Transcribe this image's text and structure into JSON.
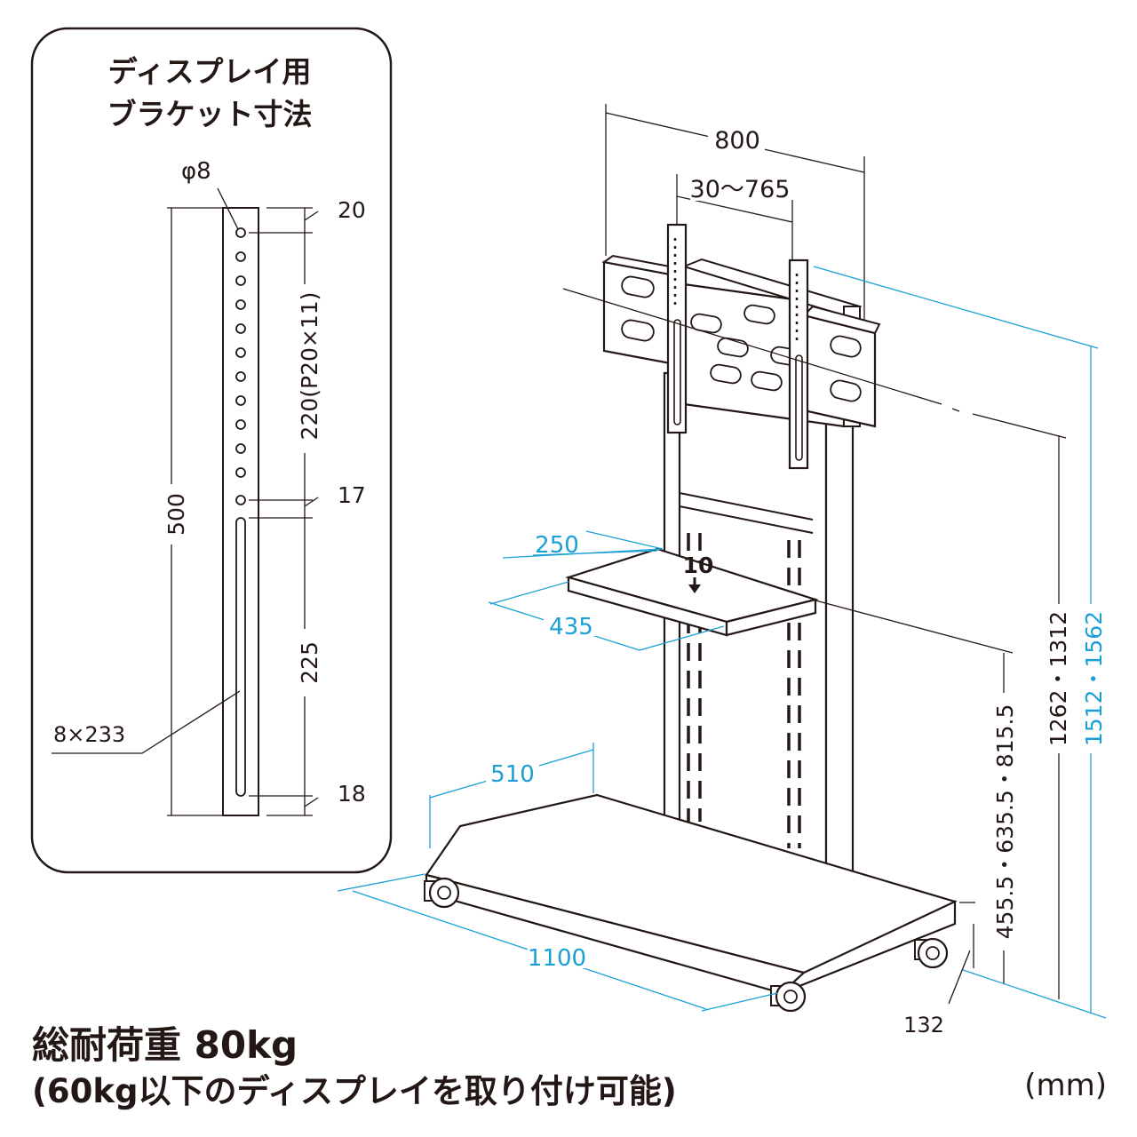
{
  "bracket_panel": {
    "title_line1": "ディスプレイ用",
    "title_line2": "ブラケット寸法",
    "hole_diameter": "φ8",
    "dim_top_offset": "20",
    "dim_hole_pitch": "220(P20×11)",
    "dim_gap": "17",
    "dim_slot_length": "225",
    "dim_bottom_offset": "18",
    "dim_total_height": "500",
    "slot_size": "8×233"
  },
  "stand": {
    "mount_width": "800",
    "bracket_spacing": "30〜765",
    "shelf_depth": "250",
    "shelf_load": "10",
    "shelf_width": "435",
    "base_depth": "510",
    "base_width": "1100",
    "caster_height": "132",
    "shelf_heights": "455.5・635.5・815.5",
    "center_heights": "1262・1312",
    "top_heights": "1512・1562"
  },
  "footer": {
    "load_capacity": "総耐荷重 80kg",
    "display_note": "(60kg以下のディスプレイを取り付け可能)",
    "unit": "(mm)"
  },
  "colors": {
    "line": "#231815",
    "dimension_accent": "#1aa0d6"
  }
}
